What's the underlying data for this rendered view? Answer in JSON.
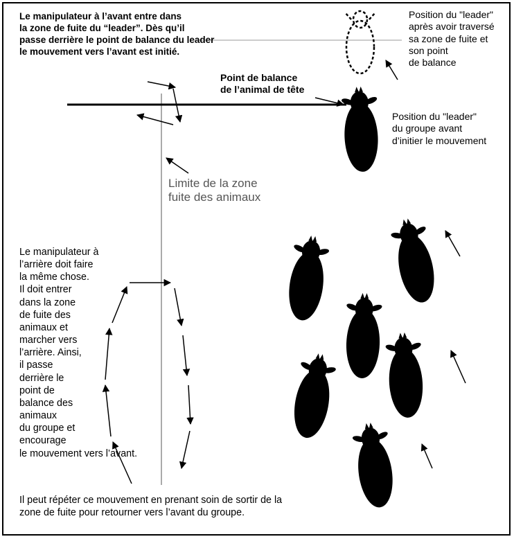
{
  "texts": {
    "front_handler": "Le manipulateur à l’avant entre dans\nla zone de fuite du “leader”. Dès qu’il\npasse derrière le point de balance du leader\nle mouvement vers l’avant est initié.",
    "balance_point": "Point de balance\nde l’animal de tête",
    "leader_after": "Position du \"leader\"\naprès avoir traversé\nsa zone de fuite et\nson point\nde balance",
    "leader_before": "Position du \"leader\"\ndu groupe avant\nd’initier le mouvement",
    "flight_zone_limit": "Limite de la zone\nfuite des animaux",
    "rear_handler": "Le manipulateur à\nl’arrière doit faire\nla même chose.\nIl doit entrer\ndans la zone\nde fuite des\nanimaux et\nmarcher vers\nl’arrière. Ainsi,\nil passe\nderrière le\npoint de\nbalance des\nanimaux\ndu groupe et\nencourage\nle mouvement vers l’avant.",
    "bottom_note": "Il peut répéter ce mouvement en prenant soin de sortir de la\nzone de fuite pour retourner vers l’avant du groupe."
  },
  "colors": {
    "animal": "#000000",
    "limit_line": "#aaaaaa",
    "limit_text": "#555555",
    "balance_line": "#000000"
  },
  "icons": [
    "sheep-icon",
    "sheep-outline-icon",
    "arrow-icon"
  ]
}
